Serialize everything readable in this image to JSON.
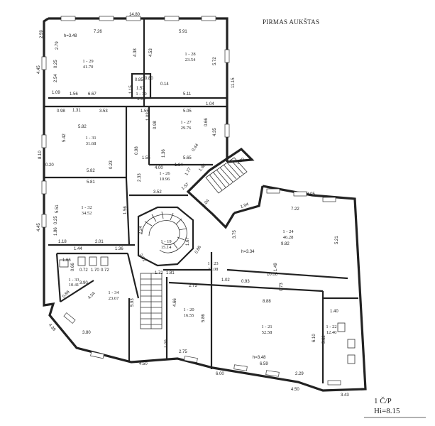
{
  "floor_title": "PIRMAS AUKŠTAS",
  "legend": {
    "line1": "1 Č/P",
    "line2": "Hi=8.15"
  },
  "rooms": [
    {
      "id": "1 - 29",
      "area": "41.70"
    },
    {
      "id": "1 - 28",
      "area": "23.54"
    },
    {
      "id": "1 - 30",
      "area": "2.19"
    },
    {
      "id": "1 - 31",
      "area": "31.68"
    },
    {
      "id": "1 - 27",
      "area": "29.76"
    },
    {
      "id": "1 - 26",
      "area": "10.96"
    },
    {
      "id": "1 - 32",
      "area": "34.52"
    },
    {
      "id": "1 - 19",
      "area": "15.14"
    },
    {
      "id": "1 - 24",
      "area": "46.28"
    },
    {
      "id": "1 - 23",
      "area": "22.08"
    },
    {
      "id": "1 - 33",
      "area": "10.41"
    },
    {
      "id": "1 - 34",
      "area": "23.67"
    },
    {
      "id": "1 - 20",
      "area": "16.55"
    },
    {
      "id": "1 - 21",
      "area": "52.58"
    },
    {
      "id": "1 - 22",
      "area": "12.40"
    }
  ],
  "heights": [
    "h=3.48",
    "h=3.34",
    "h=3.48"
  ],
  "dims": [
    "14.80",
    "2.59",
    "7.26",
    "5.91",
    "2.79",
    "4.38",
    "4.53",
    "5.72",
    "11.15",
    "4.45",
    "0.25",
    "2.54",
    "1.09",
    "1.56",
    "6.67",
    "0.85",
    "0.80",
    "0.14",
    "1.57",
    "1.15",
    "5.11",
    "1.04",
    "0.98",
    "1.31",
    "3.53",
    "1.55",
    "5.05",
    "5.82",
    "0.98",
    "0.66",
    "4.35",
    "1.03",
    "5.42",
    "8.10",
    "0.20",
    "0.98",
    "1.55",
    "1.36",
    "5.65",
    "0.44",
    "5.82",
    "0.23",
    "4.00",
    "1.84",
    "1.77",
    "1.90",
    "3.60",
    "5.81",
    "2.33",
    "3.52",
    "1.57",
    "2.04",
    "8.05",
    "1.94",
    "7.22",
    "5.51",
    "3.75",
    "1.56",
    "5.21",
    "1.86",
    "0.25",
    "4.45",
    "1.18",
    "2.01",
    "1.44",
    "1.36",
    "9.82",
    "1.66",
    "0.66",
    "0.72",
    "1.70",
    "0.72",
    "1.67",
    "0.86",
    "2.02",
    "2.24",
    "1.72",
    "1.81",
    "10.06",
    "1.49",
    "1.02",
    "0.93",
    "3.90",
    "4.54",
    "0.86",
    "2.75",
    "0.73",
    "4.66",
    "8.88",
    "5.93",
    "1.40",
    "4.39",
    "3.80",
    "5.86",
    "1.09",
    "6.10",
    "5.62",
    "2.75",
    "6.59",
    "2.29",
    "4.50",
    "6.00",
    "4.50",
    "3.43"
  ]
}
